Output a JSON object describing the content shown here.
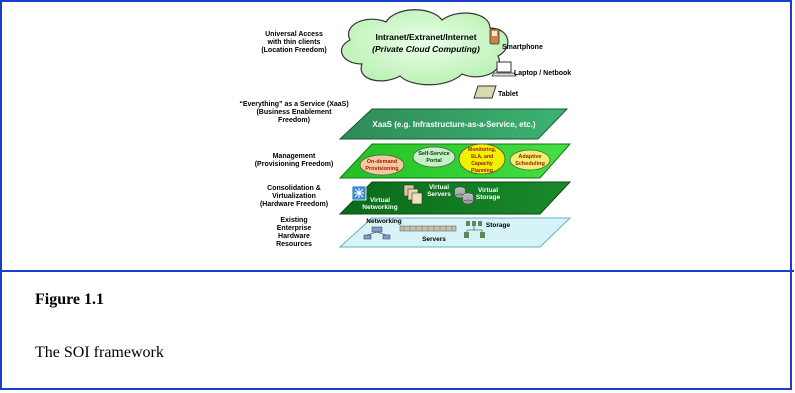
{
  "cloud": {
    "title": "Intranet/Extranet/Internet",
    "subtitle": "(Private Cloud Computing)"
  },
  "devices": [
    "Smartphone",
    "Laptop / Netbook",
    "Tablet"
  ],
  "left_labels": [
    [
      "Universal Access",
      "with thin clients",
      "(Location Freedom)"
    ],
    [
      "“Everything” as a Service (XaaS)",
      "(Business Enablement",
      "Freedom)"
    ],
    [
      "Management",
      "(Provisioning Freedom)"
    ],
    [
      "Consolidation &",
      "Virtualization",
      "(Hardware Freedom)"
    ],
    [
      "Existing",
      "Enterprise",
      "Hardware",
      "Resources"
    ]
  ],
  "layers": {
    "xaas": "XaaS (e.g. Infrastructure-as-a-Service, etc.)",
    "management_bubbles": [
      [
        "On-demand",
        "Provisioning"
      ],
      [
        "Self-Service",
        "Portal"
      ],
      [
        "Monitoring,",
        "SLA, and",
        "Capacity",
        "Planning"
      ],
      [
        "Adaptive",
        "Scheduling"
      ]
    ],
    "virtual": [
      [
        "Virtual",
        "Networking"
      ],
      [
        "Virtual",
        "Servers"
      ],
      [
        "Virtual",
        "Storage"
      ]
    ],
    "hardware": [
      "Networking",
      "Servers",
      "Storage"
    ]
  },
  "caption": {
    "label": "Figure 1.1",
    "text": "The SOI framework"
  }
}
